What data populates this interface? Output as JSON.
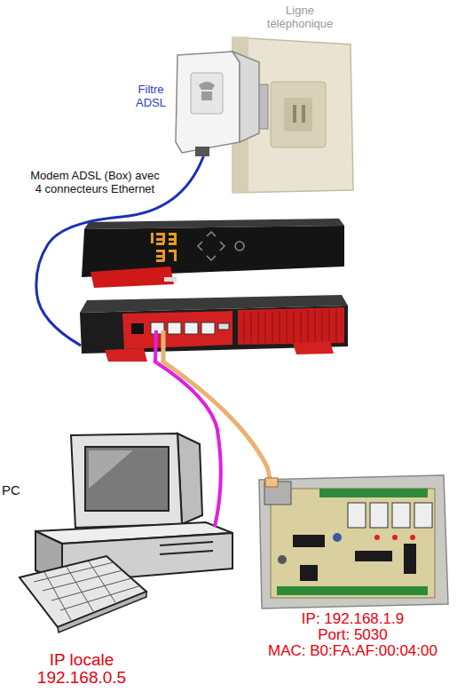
{
  "diagram": {
    "nodes": [
      {
        "text": [
          "Ligne téléphonique"
        ]
      },
      {
        "text": [
          "Filtre ADSL"
        ]
      },
      {
        "text": [
          "Modem ADSL (Box) avec 4 connecteurs Ethernet"
        ]
      },
      {
        "text": [
          "PC",
          "IP locale 192.168.0.5"
        ]
      },
      {
        "text": [
          "IP: 192.168.1.9",
          "Port: 5030",
          "MAC: B0:FA:AF:00:04:00"
        ]
      }
    ],
    "edges": [
      {
        "from": 1,
        "to": 2,
        "arrow": "none"
      },
      {
        "from": 2,
        "to": 3,
        "arrow": "none"
      },
      {
        "from": 2,
        "to": 4,
        "arrow": "none"
      }
    ]
  }
}
